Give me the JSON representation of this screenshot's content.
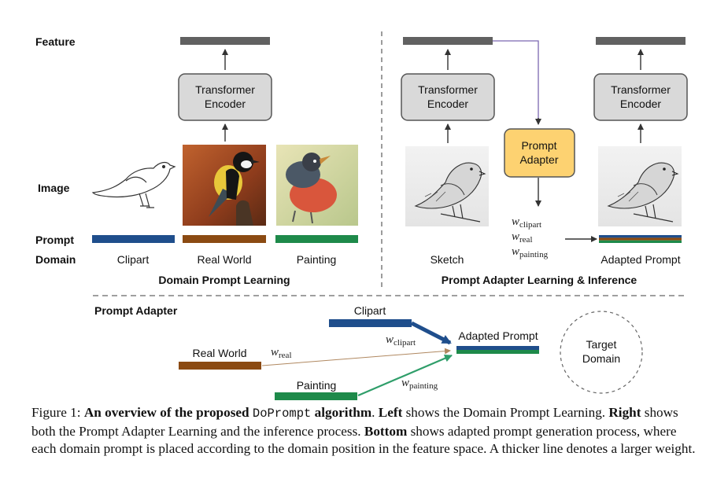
{
  "figure": {
    "row_labels": {
      "feature": "Feature",
      "image": "Image",
      "prompt": "Prompt",
      "domain": "Domain"
    },
    "left_panel": {
      "encoder_label_line1": "Transformer",
      "encoder_label_line2": "Encoder",
      "domains": [
        {
          "name": "Clipart",
          "color": "#1f4e8c"
        },
        {
          "name": "Real World",
          "color": "#8b4a12"
        },
        {
          "name": "Painting",
          "color": "#1e8a4a"
        }
      ],
      "title": "Domain Prompt Learning"
    },
    "right_panel": {
      "encoder1_line1": "Transformer",
      "encoder1_line2": "Encoder",
      "adapter_line1": "Prompt",
      "adapter_line2": "Adapter",
      "encoder2_line1": "Transformer",
      "encoder2_line2": "Encoder",
      "w_symbol": "w",
      "weights": [
        "clipart",
        "real",
        "painting"
      ],
      "sketch_label": "Sketch",
      "adapted_label": "Adapted Prompt",
      "title": "Prompt Adapter Learning & Inference"
    },
    "bottom_panel": {
      "title": "Prompt Adapter",
      "clipart_label": "Clipart",
      "realworld_label": "Real World",
      "painting_label": "Painting",
      "adapted_label": "Adapted Prompt",
      "target_line1": "Target",
      "target_line2": "Domain",
      "w_symbol": "w",
      "w_clipart": "clipart",
      "w_real": "real",
      "w_painting": "painting"
    },
    "colors": {
      "clipart": "#1f4e8c",
      "real": "#8b4a12",
      "painting": "#1e8a4a",
      "adapter": "#fdd271",
      "encoder": "#d9d9d9",
      "feature": "#616161"
    }
  },
  "caption": {
    "prefix": "Figure 1: ",
    "bold1": "An overview of the proposed",
    "mono": "DoPrompt",
    "bold2": "algorithm",
    "t1": ". ",
    "bold3": "Left",
    "t2": " shows the Domain Prompt Learning. ",
    "bold4": "Right",
    "t3": " shows both the Prompt Adapter Learning and the inference process. ",
    "bold5": "Bottom",
    "t4": " shows adapted prompt generation process, where each domain prompt is placed according to the domain position in the feature space. A thicker line denotes a larger weight."
  }
}
